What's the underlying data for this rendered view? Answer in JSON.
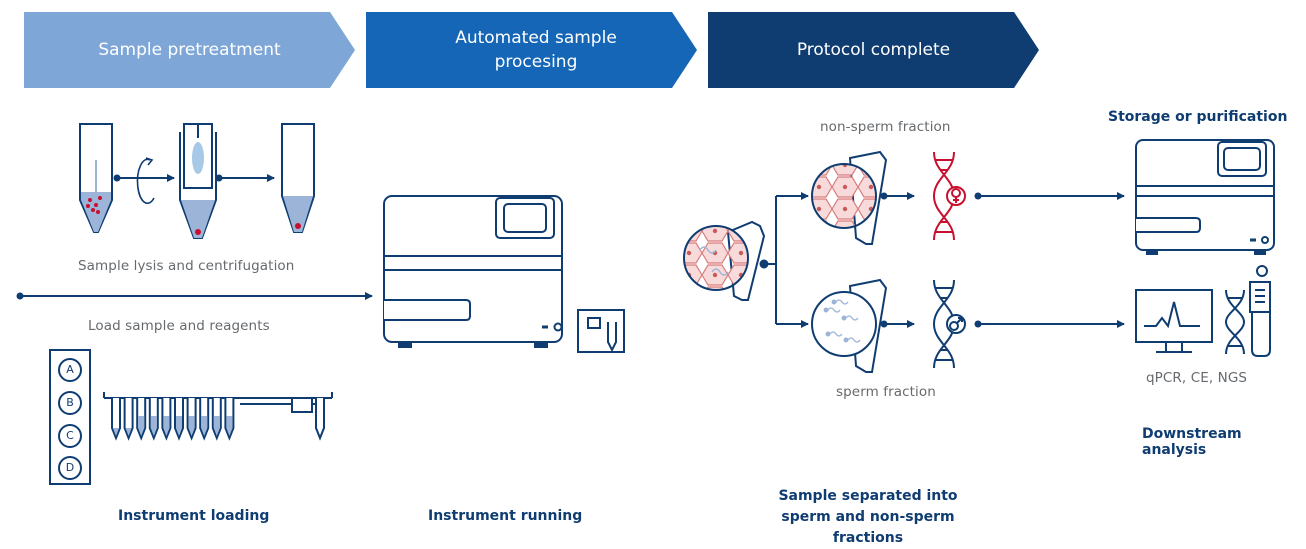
{
  "steps": [
    {
      "label": "Sample pretreatment",
      "color": "#7ea6d7"
    },
    {
      "label": "Automated sample procesing",
      "color": "#1566b6"
    },
    {
      "label": "Protocol complete",
      "color": "#0f3d72"
    }
  ],
  "labels": {
    "lysis": "Sample lysis and centrifugation",
    "load": "Load sample and reagents",
    "instrument_loading": "Instrument loading",
    "instrument_running": "Instrument running",
    "non_sperm": "non-sperm fraction",
    "sperm": "sperm fraction",
    "separated": "Sample separated into sperm and non-sperm fractions",
    "storage": "Storage or purification",
    "methods": "qPCR, CE, NGS",
    "downstream": "Downstream analysis"
  },
  "rack_slots": [
    "A",
    "B",
    "C",
    "D"
  ],
  "colors": {
    "navy": "#0f3d72",
    "mid": "#1566b6",
    "light": "#7ea6d7",
    "red": "#c8102e",
    "pink": "#e6a0a0",
    "fill": "#9bb4d8"
  }
}
